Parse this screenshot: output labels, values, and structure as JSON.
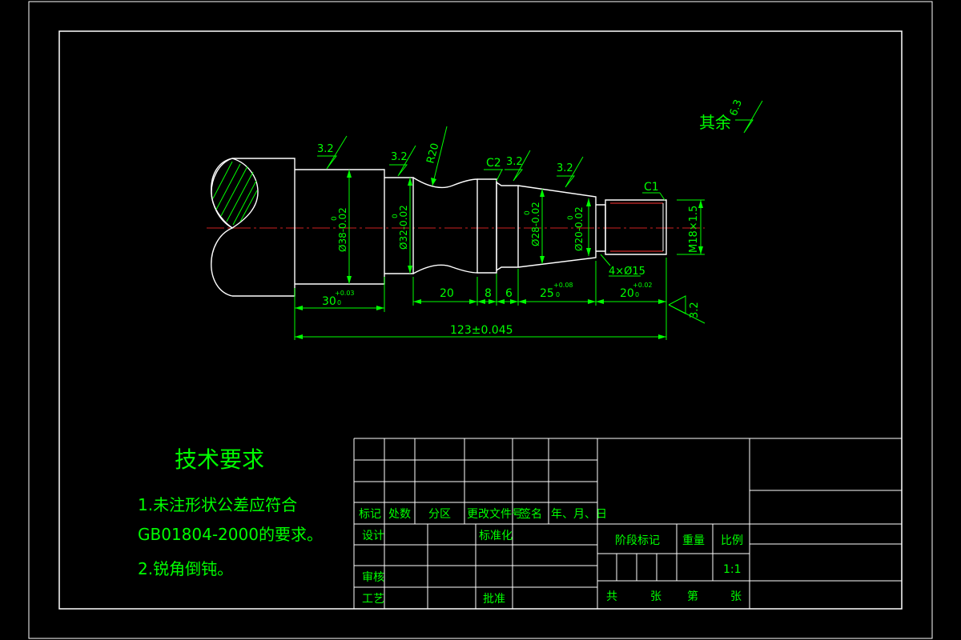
{
  "roughness_other": {
    "label": "其余",
    "value": "6.3"
  },
  "roughness": {
    "r1": "3.2",
    "r2": "3.2",
    "r3": "3.2",
    "r4": "3.2",
    "r5": "3.2"
  },
  "annotations": {
    "radius": "R20",
    "chamfer_c2": "C2",
    "chamfer_c1": "C1",
    "thread": "M18×1.5",
    "groove": "4×Ø15"
  },
  "diameters": {
    "d38": {
      "main": "Ø38-0.02",
      "upper": "0"
    },
    "d32": {
      "main": "Ø32-0.02",
      "upper": "0"
    },
    "d28": {
      "main": "Ø28-0.02",
      "upper": "0"
    },
    "d20": {
      "main": "Ø20-0.02",
      "upper": "0"
    }
  },
  "lengths": {
    "l30": {
      "main": "30",
      "upper": "+0.03",
      "lower": "0"
    },
    "l20": "20",
    "l8": "8",
    "l6": "6",
    "l25": {
      "main": "25",
      "upper": "+0.08",
      "lower": "0"
    },
    "l20b": {
      "main": "20",
      "upper": "+0.02",
      "lower": "0"
    },
    "total": "123±0.045"
  },
  "tech_requirements": {
    "title": "技术要求",
    "line1": "1.未注形状公差应符合",
    "line2": "GB01804-2000的要求。",
    "line3": "2.锐角倒钝。"
  },
  "title_block": {
    "mark": "标记",
    "count": "处数",
    "zone": "分区",
    "change_doc": "更改文件号",
    "sign": "签名",
    "date": "年、月、日",
    "design": "设计",
    "standardize": "标准化",
    "stage_mark": "阶段标记",
    "weight": "重量",
    "scale": "比例",
    "scale_value": "1:1",
    "review": "审核",
    "process": "工艺",
    "approve": "批准",
    "total": "共",
    "sheet": "张",
    "number": "第",
    "sheet2": "张"
  }
}
